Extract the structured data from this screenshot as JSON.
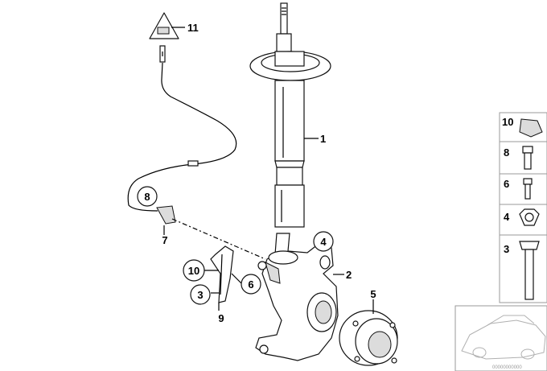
{
  "callouts": {
    "c1": "1",
    "c2": "2",
    "c3": "3",
    "c4": "4",
    "c5": "5",
    "c6": "6",
    "c7": "7",
    "c8": "8",
    "c9": "9",
    "c10": "10",
    "c11": "11"
  },
  "legend": {
    "item10": "10",
    "item8": "8",
    "item6": "6",
    "item4": "4",
    "item3": "3"
  },
  "caption": "00000000000"
}
